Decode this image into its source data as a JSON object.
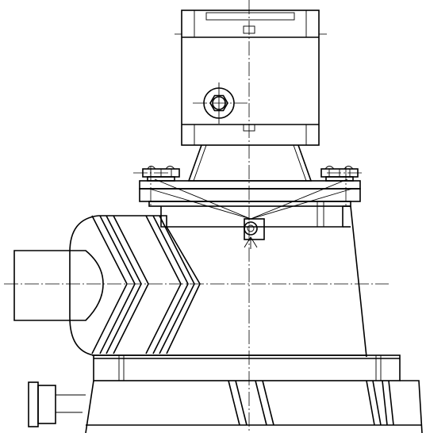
{
  "drawing": {
    "line_color": "#000000",
    "background": "#ffffff",
    "parts": [
      "top-housing",
      "lifting-eye-bolt",
      "neck-flange",
      "clamp-ring",
      "hex-bolt",
      "tapered-body",
      "inlet-pipe",
      "corrugated-bellows",
      "weld-symbol-mark",
      "base-plate",
      "base-foot"
    ]
  }
}
